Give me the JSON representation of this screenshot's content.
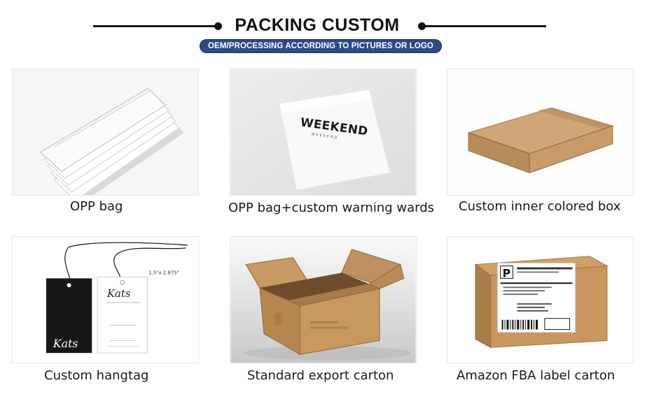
{
  "header": {
    "title": "PACKING CUSTOM",
    "subtitle": "OEM/PROCESSING ACCORDING TO PICTURES OR LOGO"
  },
  "items": [
    {
      "caption": "OPP bag",
      "icon": "opp-bag-stack-photo"
    },
    {
      "caption": "OPP bag+custom warning wards",
      "icon": "printed-opp-bag-photo",
      "print_text": "WEEKEND",
      "print_subtext": "WEEKEND"
    },
    {
      "caption": "Custom inner colored box",
      "icon": "mailer-box-photo"
    },
    {
      "caption": "Custom hangtag",
      "icon": "hangtag-photo",
      "tag_brand": "Kats",
      "tag_size": "1.5\"x 2.875\""
    },
    {
      "caption": "Standard export carton",
      "icon": "open-carton-photo"
    },
    {
      "caption": "Amazon FBA label carton",
      "icon": "fba-label-carton-photo",
      "label_letter": "P"
    }
  ],
  "colors": {
    "pill_background": "#2c4a8a",
    "cardboard": "#c49a6c",
    "text": "#111111"
  }
}
